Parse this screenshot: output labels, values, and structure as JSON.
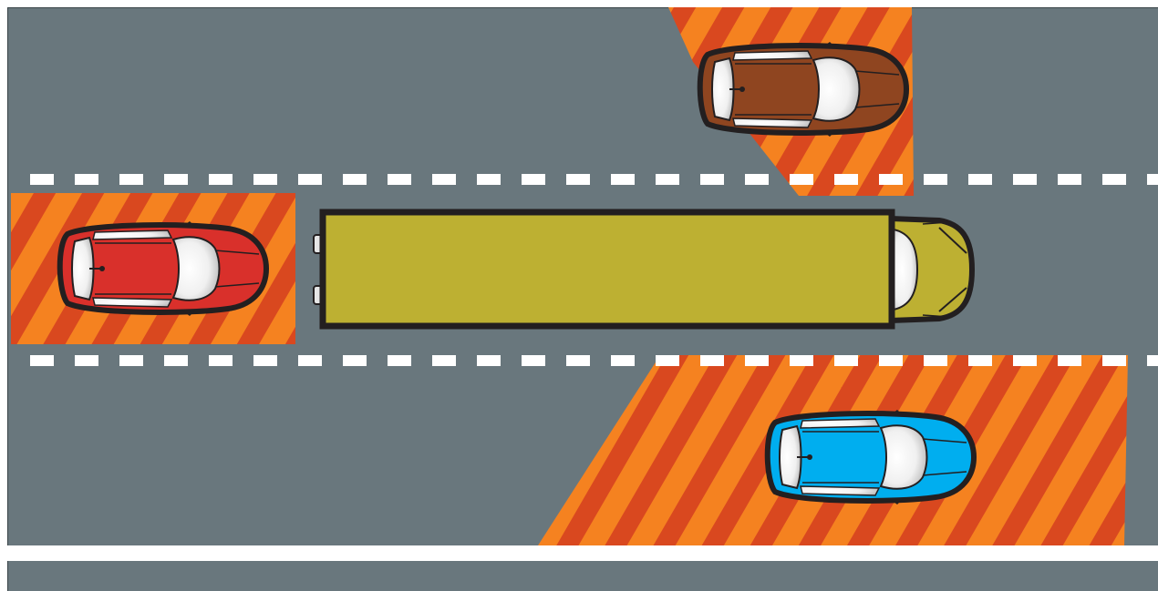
{
  "scene": {
    "road_color": "#69777d",
    "lane_marking_color": "#ffffff",
    "hazard_stripe_colors": [
      "#f58220",
      "#d9481f"
    ],
    "vehicles": [
      {
        "kind": "car",
        "color": "#8f4520",
        "lane": "top",
        "direction": "right"
      },
      {
        "kind": "car",
        "color": "#d9302b",
        "lane": "middle",
        "direction": "right"
      },
      {
        "kind": "truck",
        "trailer_color": "#bdb032",
        "cab_color": "#bdb032",
        "lane": "middle",
        "direction": "right"
      },
      {
        "kind": "car",
        "color": "#00aeef",
        "lane": "bottom",
        "direction": "right"
      }
    ],
    "hazard_zones": [
      {
        "name": "blind-spot-left",
        "lane": "top"
      },
      {
        "name": "blind-spot-rear",
        "lane": "middle"
      },
      {
        "name": "blind-spot-right",
        "lane": "bottom"
      }
    ]
  }
}
